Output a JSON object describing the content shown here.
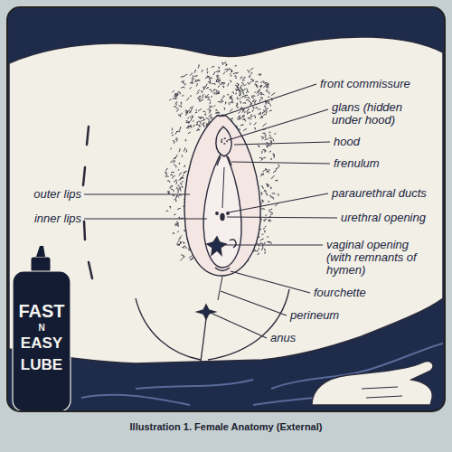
{
  "diagram": {
    "caption": "Illustration 1. Female Anatomy (External)",
    "labels": [
      "front commissure",
      "glans (hidden under hood)",
      "hood",
      "frenulum",
      "outer lips",
      "paraurethral ducts",
      "inner lips",
      "urethral opening",
      "vaginal opening (with remnants of hymen)",
      "fourchette",
      "perineum",
      "anus",
      "FAST",
      "N",
      "EASY",
      "LUBE"
    ]
  }
}
